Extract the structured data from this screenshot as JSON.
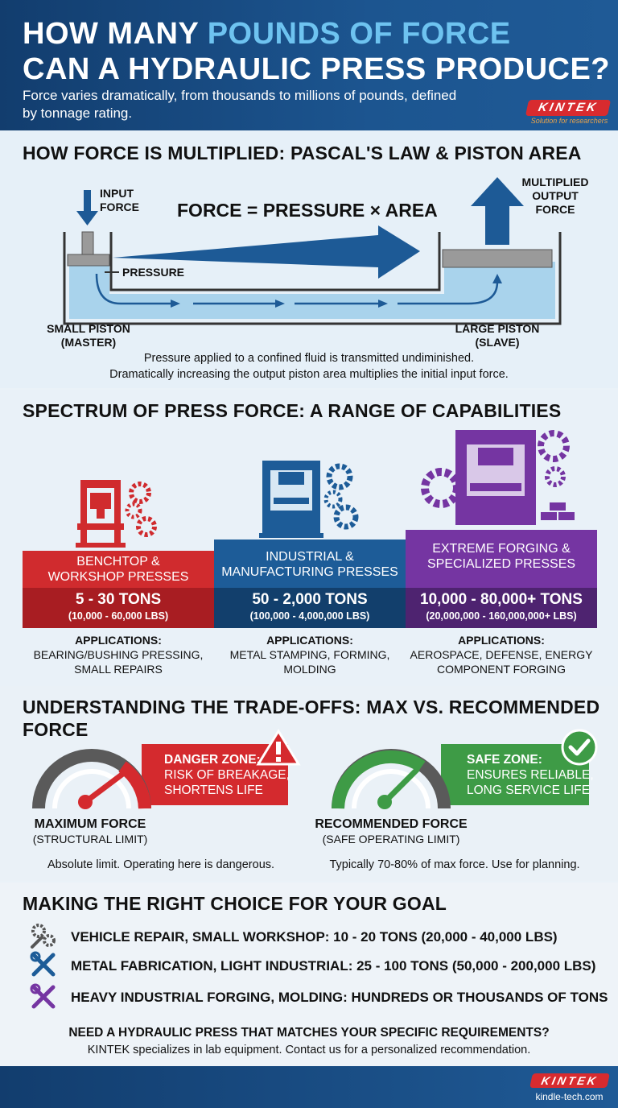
{
  "header": {
    "title_line1_pre": "HOW MANY ",
    "title_line1_accent": "POUNDS OF FORCE",
    "title_line2": "CAN A HYDRAULIC PRESS PRODUCE?",
    "subtitle": "Force varies dramatically, from thousands to millions of pounds, defined by tonnage rating.",
    "logo": "KINTEK",
    "logo_tagline": "Solution for researchers"
  },
  "pascal": {
    "title": "HOW FORCE IS MULTIPLIED: PASCAL'S LAW & PISTON AREA",
    "input_force": [
      "INPUT",
      "FORCE"
    ],
    "equation": "FORCE = PRESSURE × AREA",
    "output_force": [
      "MULTIPLIED",
      "OUTPUT",
      "FORCE"
    ],
    "pressure": "PRESSURE",
    "small_piston": [
      "SMALL PISTON",
      "(MASTER)"
    ],
    "large_piston": [
      "LARGE PISTON",
      "(SLAVE)"
    ],
    "desc1": "Pressure applied to a confined fluid is transmitted undiminished.",
    "desc2": "Dramatically increasing the output piston area multiplies the initial input force."
  },
  "spectrum": {
    "title": "SPECTRUM OF PRESS FORCE: A RANGE OF CAPABILITIES",
    "tiers": [
      {
        "name": [
          "BENCHTOP &",
          "WORKSHOP PRESSES"
        ],
        "range": "5 - 30 TONS",
        "lbs": "(10,000 - 60,000 LBS)",
        "apps_label": "APPLICATIONS:",
        "apps": [
          "BEARING/BUSHING PRESSING,",
          "SMALL REPAIRS"
        ],
        "color": "#d02b2e",
        "dark": "#a81d22"
      },
      {
        "name": [
          "INDUSTRIAL &",
          "MANUFACTURING PRESSES"
        ],
        "range": "50 - 2,000 TONS",
        "lbs": "(100,000 - 4,000,000 LBS)",
        "apps_label": "APPLICATIONS:",
        "apps": [
          "METAL STAMPING, FORMING,",
          "MOLDING"
        ],
        "color": "#1d5c98",
        "dark": "#123f6c"
      },
      {
        "name": [
          "EXTREME FORGING &",
          "SPECIALIZED PRESSES"
        ],
        "range": "10,000 - 80,000+ TONS",
        "lbs": "(20,000,000 - 160,000,000+ LBS)",
        "apps_label": "APPLICATIONS:",
        "apps": [
          "AEROSPACE, DEFENSE, ENERGY",
          "COMPONENT FORGING"
        ],
        "color": "#7535a2",
        "dark": "#4e2370"
      }
    ]
  },
  "tradeoffs": {
    "title": "UNDERSTANDING THE TRADE-OFFS: MAX VS. RECOMMENDED FORCE",
    "danger_title": "DANGER ZONE:",
    "danger_text": [
      "RISK OF BREAKAGE,",
      "SHORTENS LIFE"
    ],
    "safe_title": "SAFE ZONE:",
    "safe_text": [
      "ENSURES RELIABLE,",
      "LONG SERVICE LIFE"
    ],
    "max_label": "MAXIMUM FORCE",
    "max_sub": "(STRUCTURAL LIMIT)",
    "rec_label": "RECOMMENDED FORCE",
    "rec_sub": "(SAFE OPERATING LIMIT)",
    "max_note": "Absolute limit. Operating here is dangerous.",
    "rec_note": "Typically 70-80% of max force. Use for planning.",
    "danger_color": "#d42a2e",
    "safe_color": "#3e9b46"
  },
  "goals": {
    "title": "MAKING THE RIGHT CHOICE FOR YOUR GOAL",
    "items": [
      "VEHICLE REPAIR, SMALL WORKSHOP: 10 - 20 TONS (20,000 - 40,000 LBS)",
      "METAL FABRICATION, LIGHT INDUSTRIAL: 25 - 100 TONS (50,000 - 200,000 LBS)",
      "HEAVY INDUSTRIAL FORGING, MOLDING: HUNDREDS OR THOUSANDS OF TONS"
    ],
    "cta_title": "NEED A HYDRAULIC PRESS THAT MATCHES YOUR SPECIFIC REQUIREMENTS?",
    "cta_text": "KINTEK specializes in lab equipment. Contact us for a personalized recommendation."
  },
  "footer": {
    "logo": "KINTEK",
    "url": "kindle-tech.com"
  }
}
